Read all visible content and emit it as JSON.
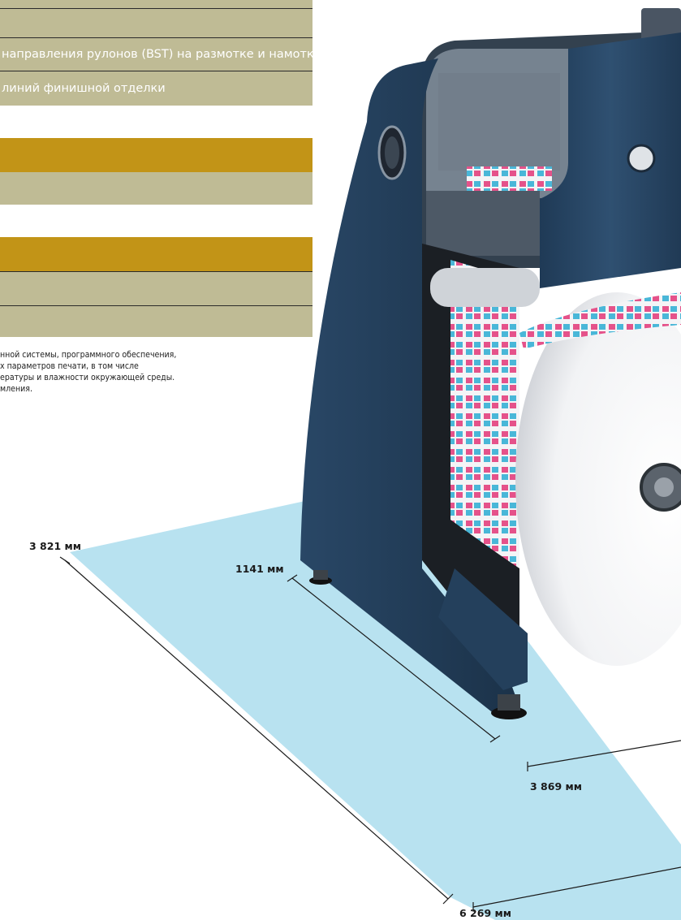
{
  "spec_table": {
    "rows": [
      "",
      "направления рулонов (BST) на размотке и намотке",
      "линий финишной отделки",
      "",
      "",
      "",
      "",
      ""
    ]
  },
  "notes": [
    "нной системы, программного обеспечения,",
    "",
    "х параметров печати, в том числе",
    "ературы и влажности окружающей среды.",
    "мления."
  ],
  "dimensions": {
    "diagonal_left": "3 821 мм",
    "inner_depth": "1141 мм",
    "inner_width": "3 869 мм",
    "outer_width": "6 269 мм"
  },
  "colors": {
    "tan": "#bfbb95",
    "gold": "#c29417",
    "floor": "#b8e2f0",
    "machine": "#2d4a66"
  }
}
